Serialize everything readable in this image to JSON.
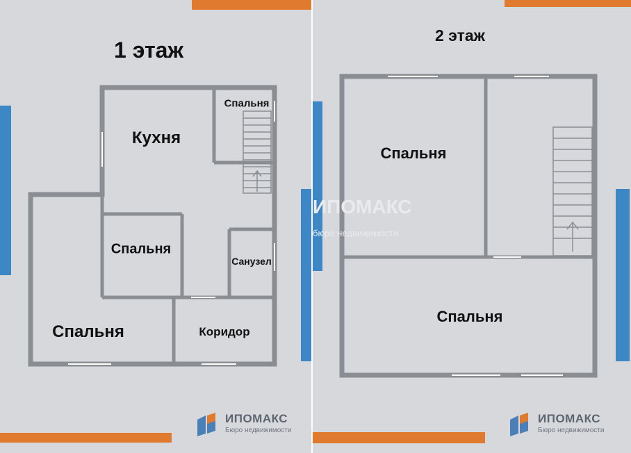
{
  "colors": {
    "background": "#d7d8dc",
    "orange": "#e07a2f",
    "blue": "#3d87c6",
    "wall": "#8a8d92",
    "floor": "#d7d8dc",
    "logo_blue": "#4b7fb8",
    "logo_orange": "#e07a2f"
  },
  "floor1": {
    "title": "1 этаж",
    "rooms": {
      "bedroom_small_top": "Спальня",
      "kitchen": "Кухня",
      "bedroom_middle": "Спальня",
      "bathroom": "Санузел",
      "bedroom_large": "Спальня",
      "corridor": "Коридор"
    },
    "logo": {
      "name": "ИПОМАКС",
      "subtitle": "Бюро недвижимости"
    }
  },
  "floor2": {
    "title": "2 этаж",
    "rooms": {
      "bedroom_top_left": "Спальня",
      "bedroom_bottom": "Спальня"
    },
    "logo": {
      "name": "ИПОМАКС",
      "subtitle": "Бюро недвижимости"
    }
  },
  "watermark": {
    "name": "ИПОМАКС",
    "subtitle": "бюро недвижимости"
  }
}
